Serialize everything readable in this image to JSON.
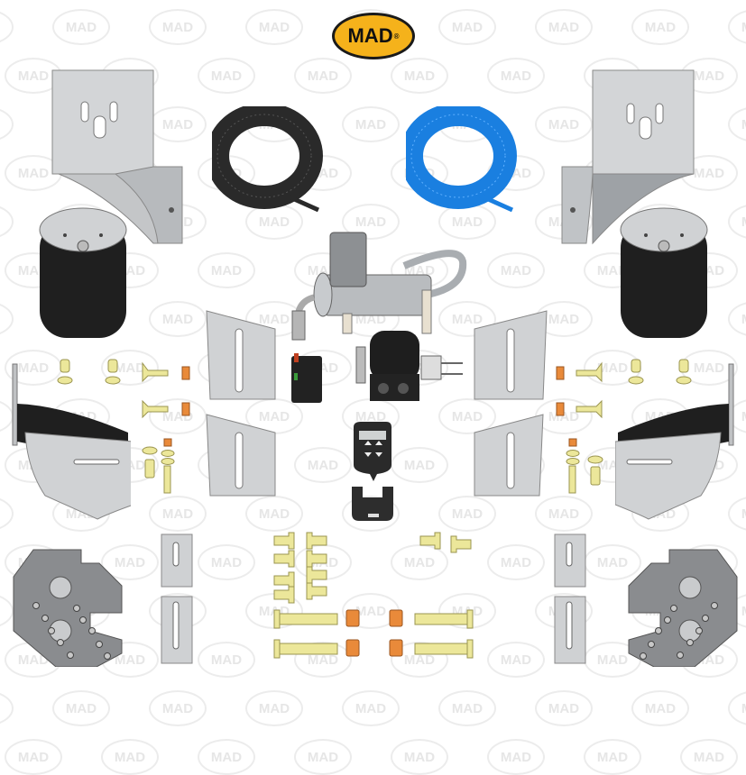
{
  "brand": {
    "logo_text": "MAD",
    "logo_mark": "®",
    "logo_color": "#f5b21b",
    "watermark_text": "MAD"
  },
  "product": {
    "type": "air-suspension-kit-exploded-view",
    "parts": [
      {
        "id": "upper-bracket-left",
        "label": "Upper mounting bracket (left)"
      },
      {
        "id": "upper-bracket-right",
        "label": "Upper mounting bracket (right)"
      },
      {
        "id": "air-spring-left",
        "label": "Air spring bellow (left)"
      },
      {
        "id": "air-spring-right",
        "label": "Air spring bellow (right)"
      },
      {
        "id": "air-hose-black",
        "label": "Black air hose coil",
        "color": "#2a2a2a"
      },
      {
        "id": "air-hose-blue",
        "label": "Blue air hose coil",
        "color": "#1a7fe0"
      },
      {
        "id": "compressor",
        "label": "Air compressor"
      },
      {
        "id": "relay",
        "label": "Relay"
      },
      {
        "id": "valve-block",
        "label": "Solenoid valve block"
      },
      {
        "id": "controller",
        "label": "Handheld controller"
      },
      {
        "id": "controller-holder",
        "label": "Controller holder"
      },
      {
        "id": "spacer-plates",
        "label": "Spacer plates"
      },
      {
        "id": "lower-bracket-left",
        "label": "Lower bracket (left)"
      },
      {
        "id": "lower-bracket-right",
        "label": "Lower bracket (right)"
      },
      {
        "id": "base-plate-left",
        "label": "Base plate (left)"
      },
      {
        "id": "base-plate-right",
        "label": "Base plate (right)"
      },
      {
        "id": "shims",
        "label": "Shim plates"
      },
      {
        "id": "fasteners",
        "label": "Bolts, washers and nuts"
      }
    ]
  },
  "colors": {
    "steel": "#c8cacc",
    "steel_dark": "#8e9295",
    "rubber": "#1e1e1e",
    "brass": "#ece79a",
    "nut": "#e98a3a",
    "cast": "#8a8c8f"
  }
}
